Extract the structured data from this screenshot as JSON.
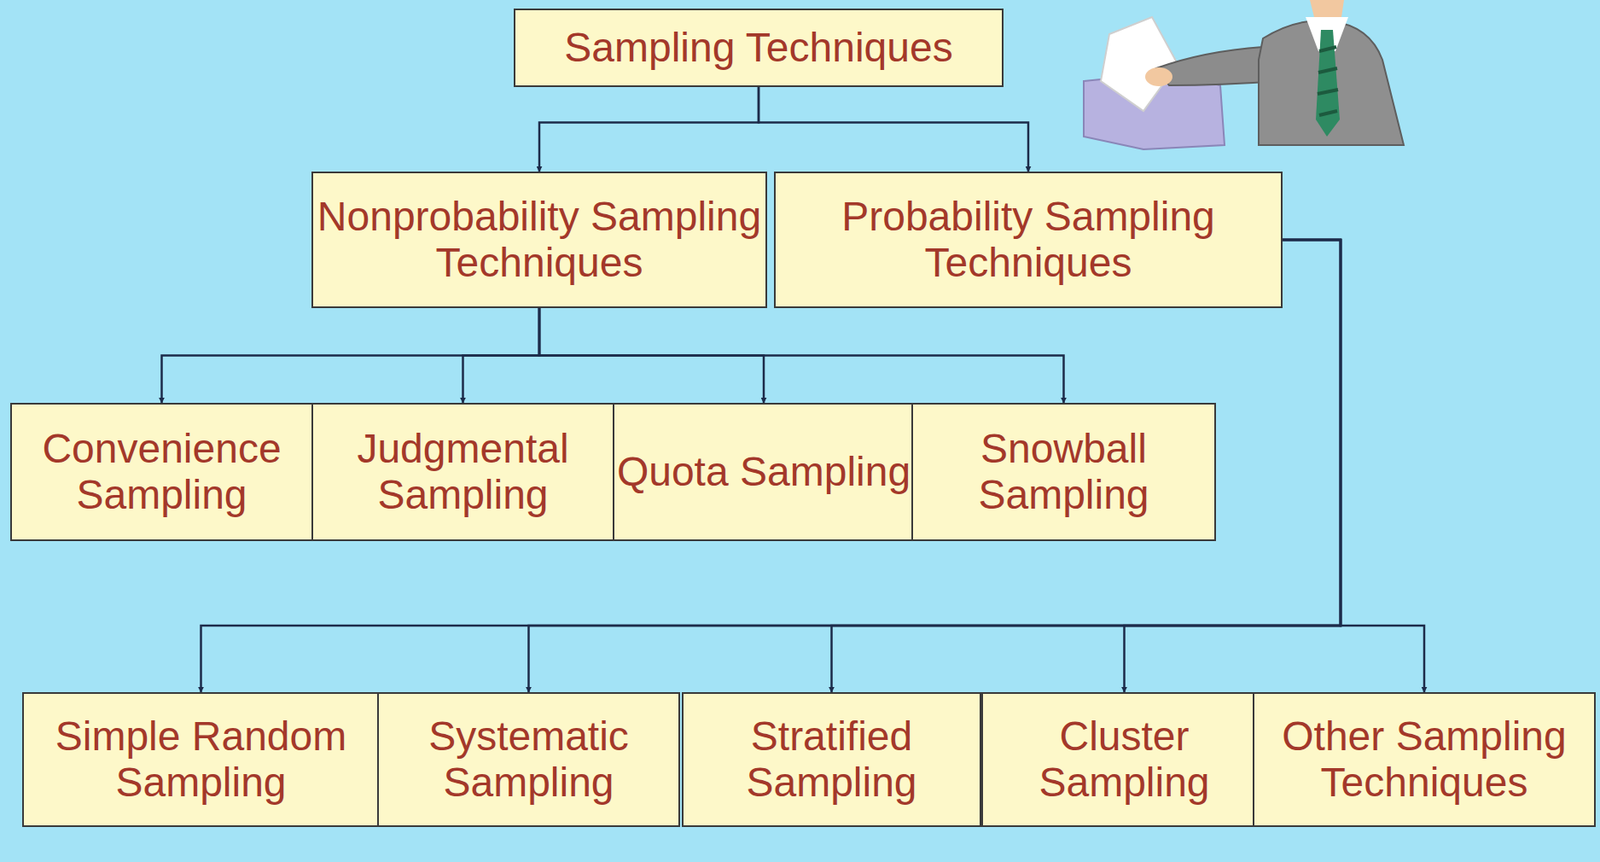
{
  "diagram": {
    "nodes": [
      {
        "text": [
          "Sampling Techniques"
        ]
      },
      {
        "text": [
          "Nonprobability Sampling Techniques"
        ]
      },
      {
        "text": [
          "Probability Sampling Techniques"
        ]
      },
      {
        "text": [
          "Convenience Sampling"
        ]
      },
      {
        "text": [
          "Judgmental Sampling"
        ]
      },
      {
        "text": [
          "Quota Sampling"
        ]
      },
      {
        "text": [
          "Snowball Sampling"
        ]
      },
      {
        "text": [
          "Simple Random Sampling"
        ]
      },
      {
        "text": [
          "Systematic Sampling"
        ]
      },
      {
        "text": [
          "Stratified Sampling"
        ]
      },
      {
        "text": [
          "Cluster Sampling"
        ]
      },
      {
        "text": [
          "Other Sampling Techniques"
        ]
      }
    ],
    "edges": [
      {
        "from": 0,
        "to": 1,
        "arrow": "to"
      },
      {
        "from": 0,
        "to": 2,
        "arrow": "to"
      },
      {
        "from": 1,
        "to": 3,
        "arrow": "to"
      },
      {
        "from": 1,
        "to": 4,
        "arrow": "to"
      },
      {
        "from": 1,
        "to": 5,
        "arrow": "to"
      },
      {
        "from": 1,
        "to": 6,
        "arrow": "to"
      },
      {
        "from": 2,
        "to": 7,
        "arrow": "to"
      },
      {
        "from": 2,
        "to": 8,
        "arrow": "to"
      },
      {
        "from": 2,
        "to": 9,
        "arrow": "to"
      },
      {
        "from": 2,
        "to": 10,
        "arrow": "to"
      },
      {
        "from": 2,
        "to": 11,
        "arrow": "to"
      }
    ]
  }
}
